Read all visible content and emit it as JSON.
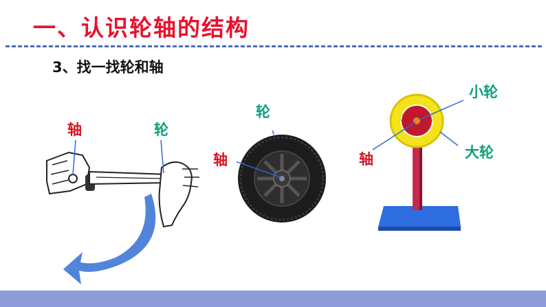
{
  "title": "一、认识轮轴的结构",
  "subtitle": "3、找一找轮和轴",
  "wrench": {
    "axle_label": "轴",
    "wheel_label": "轮"
  },
  "tire": {
    "wheel_label": "轮",
    "axle_label": "轴"
  },
  "model": {
    "small_wheel_label": "小轮",
    "large_wheel_label": "大轮",
    "axle_label": "轴"
  },
  "colors": {
    "title": "#e8112d",
    "axle_label": "#d9121f",
    "wheel_label": "#0fa07f",
    "divider": "#4a6cb8",
    "bottom_bar": "#8e9bd8"
  }
}
